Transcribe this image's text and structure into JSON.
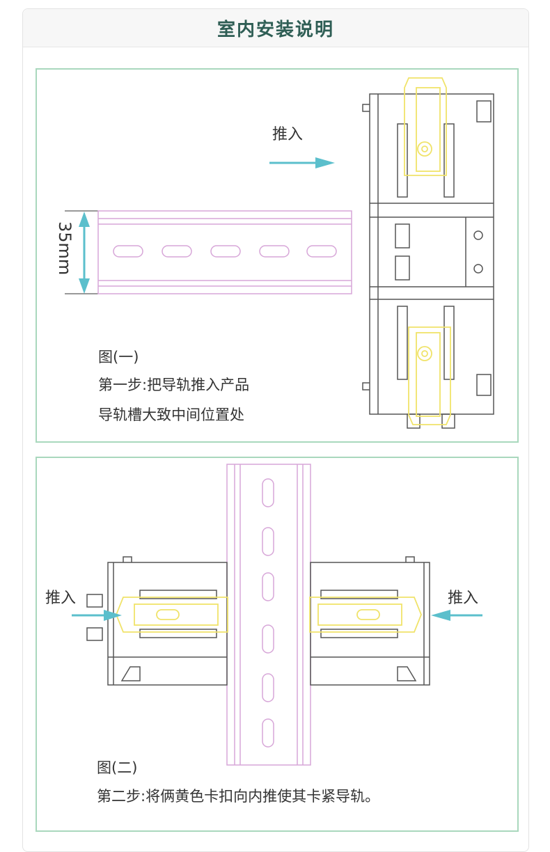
{
  "page": {
    "title": "室内安装说明"
  },
  "figure1": {
    "push_label": "推入",
    "rail_height_label": "35mm",
    "caption": "图(一)",
    "step_line1": "第一步:把导轨推入产品",
    "step_line2": "导轨槽大致中间位置处"
  },
  "figure2": {
    "push_label_left": "推入",
    "push_label_right": "推入",
    "caption": "图(二)",
    "step": "第二步:将俩黄色卡扣向内推使其卡紧导轨。"
  },
  "colors": {
    "title": "#2f5e55",
    "panel_border": "#a9d8bd",
    "arrow": "#5bbfcc",
    "rail": "#d7a6d8",
    "clip": "#f0e36a",
    "device_line": "#555555"
  }
}
